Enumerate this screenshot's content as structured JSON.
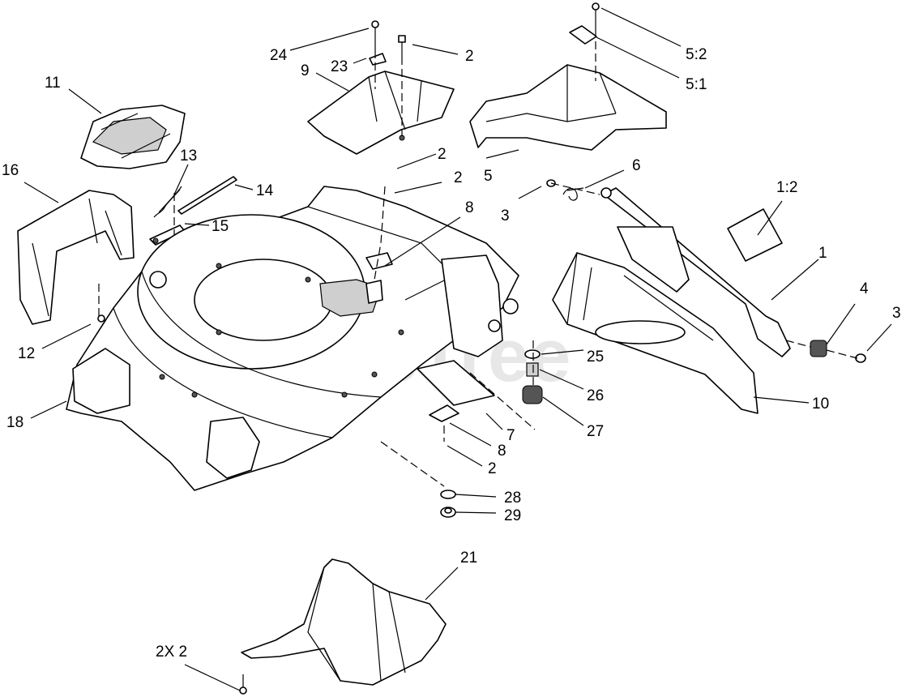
{
  "watermark": "PartsTree",
  "callouts": {
    "c24": "24",
    "c23": "23",
    "c2_top": "2",
    "c9": "9",
    "c5_2": "5:2",
    "c5_1": "5:1",
    "c11": "11",
    "c13": "13",
    "c14": "14",
    "c15": "15",
    "c16": "16",
    "c12": "12",
    "c18": "18",
    "c2_a": "2",
    "c2_b": "2",
    "c8_a": "8",
    "c5": "5",
    "c6": "6",
    "c3_a": "3",
    "c1_2": "1:2",
    "c1": "1",
    "c4": "4",
    "c3_b": "3",
    "c10": "10",
    "c25": "25",
    "c26": "26",
    "c27": "27",
    "c7": "7",
    "c8_b": "8",
    "c2_c": "2",
    "c28": "28",
    "c29": "29",
    "c21": "21",
    "c2x2": "2X 2"
  }
}
